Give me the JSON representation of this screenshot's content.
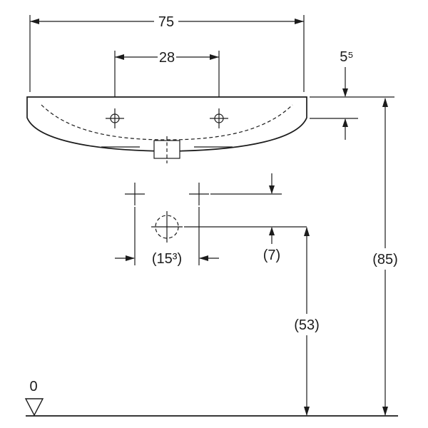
{
  "diagram": {
    "type": "technical dimension drawing",
    "subject": "washbasin front elevation with installation dimensions",
    "background_color": "#ffffff",
    "line_color": "#1c1c1c",
    "dimensions": {
      "overall_width": "75",
      "tap_hole_spacing": "28",
      "rim_height": "5⁵",
      "fixing_hole_spacing": "(15³)",
      "fixing_to_drain_offset": "(7)",
      "overall_height": "(85)",
      "drain_outlet_height": "(53)",
      "datum_level": "0"
    }
  }
}
